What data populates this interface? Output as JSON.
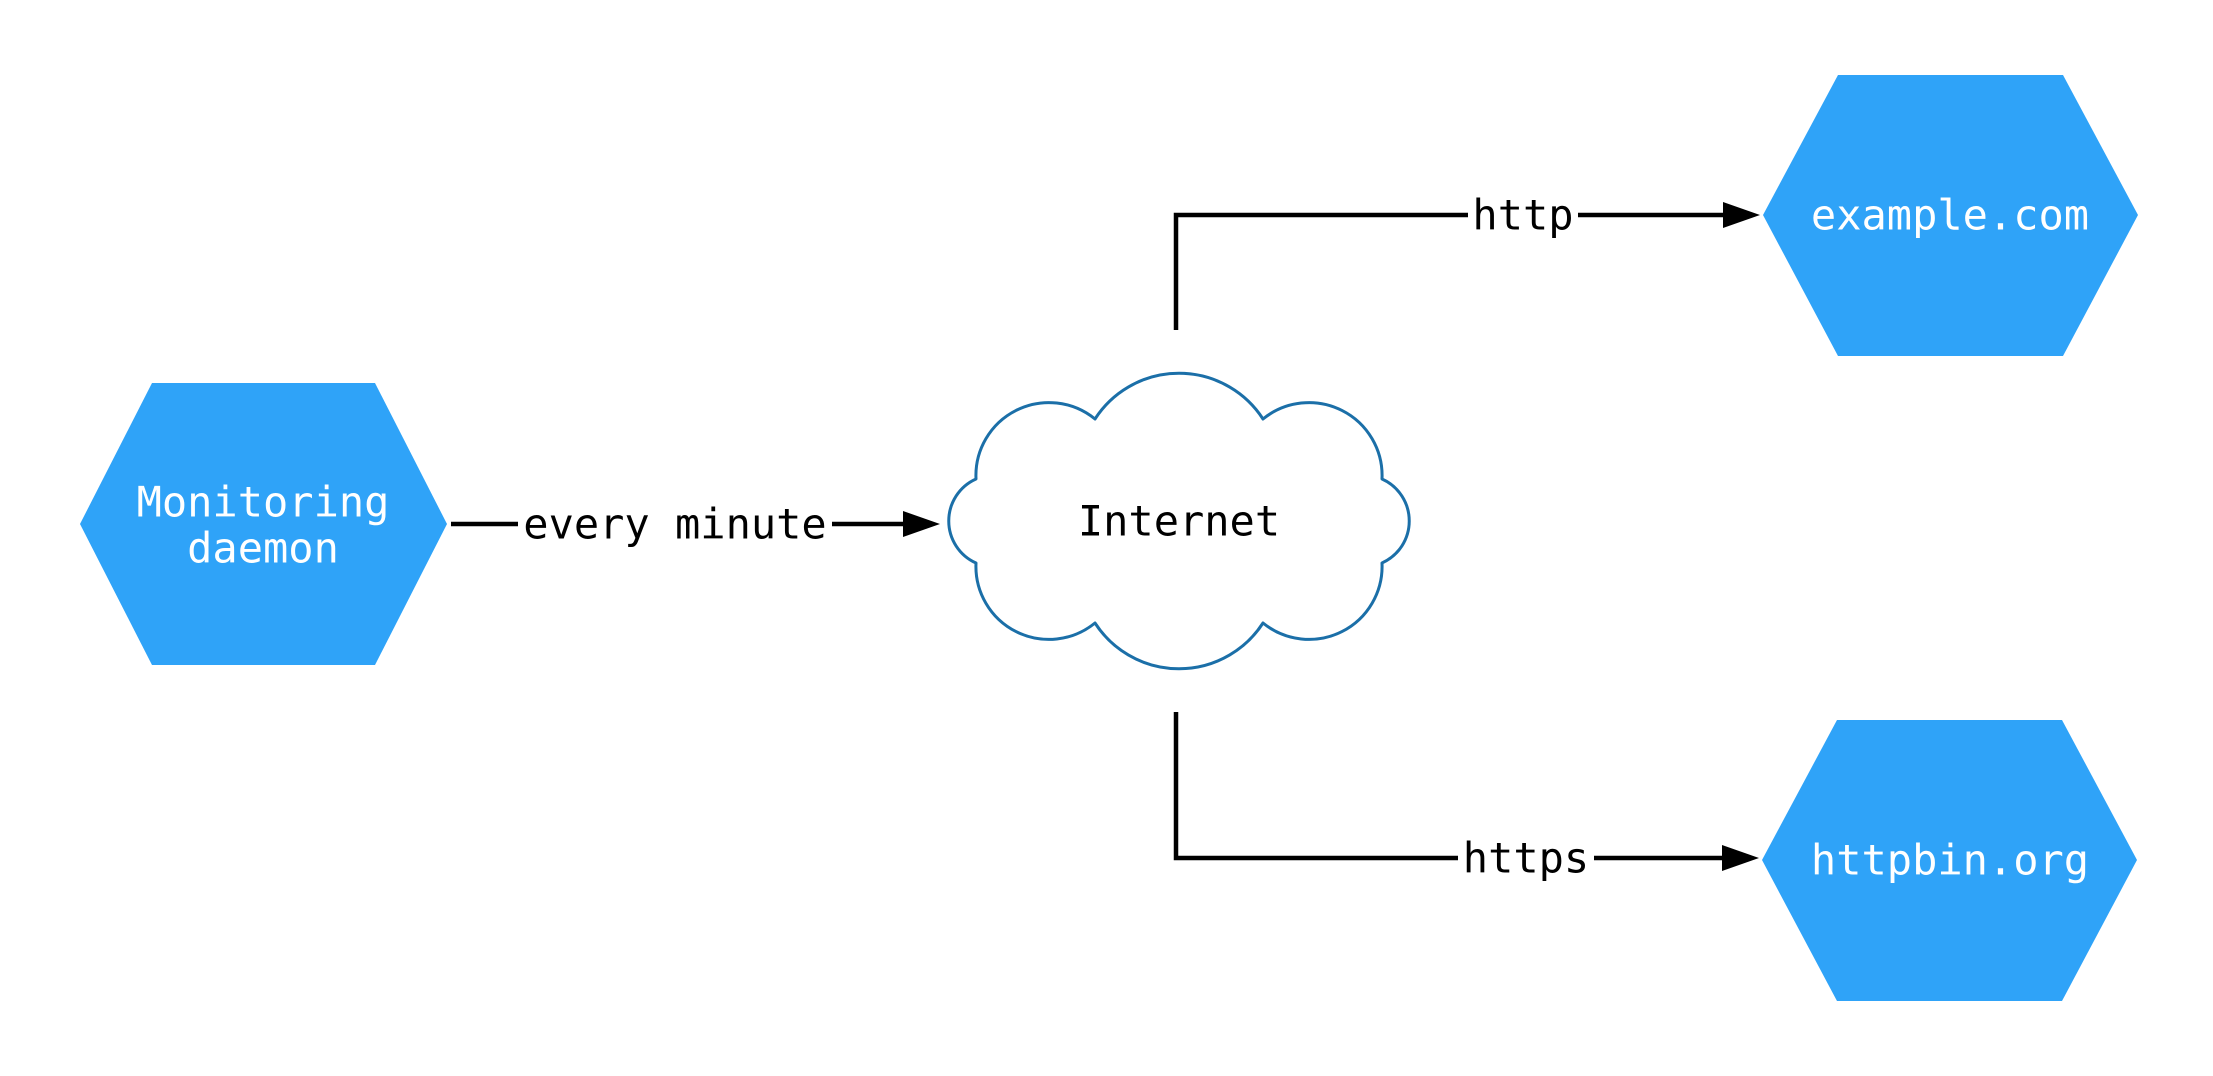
{
  "diagram": {
    "type": "network-flow-diagram",
    "nodes": {
      "monitoring": {
        "label_line1": "Monitoring",
        "label_line2": "daemon",
        "shape": "hexagon"
      },
      "internet": {
        "label": "Internet",
        "shape": "cloud"
      },
      "example": {
        "label": "example.com",
        "shape": "hexagon"
      },
      "httpbin": {
        "label": "httpbin.org",
        "shape": "hexagon"
      }
    },
    "edges": {
      "every_minute": {
        "label": "every minute",
        "from": "monitoring",
        "to": "internet"
      },
      "http": {
        "label": "http",
        "from": "internet",
        "to": "example"
      },
      "https": {
        "label": "https",
        "from": "internet",
        "to": "httpbin"
      }
    },
    "colors": {
      "node_fill": "#2FA3F8",
      "node_text": "#FFFFFF",
      "cloud_stroke": "#1B6FA8",
      "cloud_fill": "#FFFFFF",
      "edge_color": "#000000",
      "edge_label_text": "#000000",
      "background": "#FFFFFF"
    }
  }
}
